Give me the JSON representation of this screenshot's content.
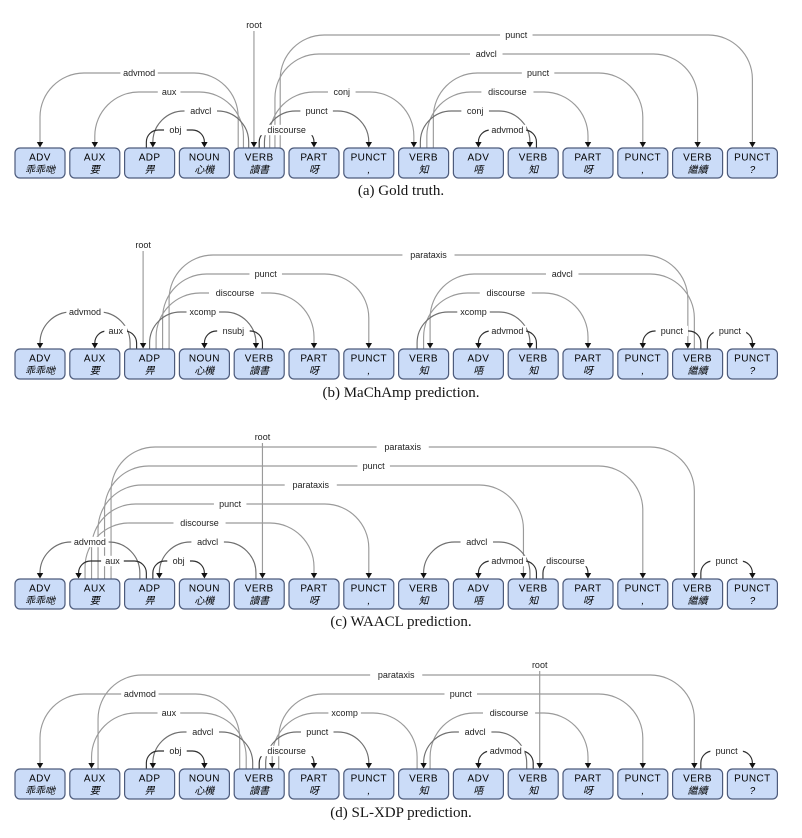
{
  "colors": {
    "background": "#ffffff",
    "box_fill": "#cbdcf8",
    "box_stroke": "#4d5b7c",
    "arc_level1": "#2f2f2f",
    "arc_level2": "#6f6f6f",
    "arc_high": "#9a9a9a",
    "arrow": "#111111",
    "label_text": "#222222"
  },
  "tokens": [
    {
      "pos": "ADV",
      "form": "乖乖哋"
    },
    {
      "pos": "AUX",
      "form": "要"
    },
    {
      "pos": "ADP",
      "form": "畀"
    },
    {
      "pos": "NOUN",
      "form": "心機"
    },
    {
      "pos": "VERB",
      "form": "讀書"
    },
    {
      "pos": "PART",
      "form": "呀"
    },
    {
      "pos": "PUNCT",
      "form": ","
    },
    {
      "pos": "VERB",
      "form": "知"
    },
    {
      "pos": "ADV",
      "form": "唔"
    },
    {
      "pos": "VERB",
      "form": "知"
    },
    {
      "pos": "PART",
      "form": "呀"
    },
    {
      "pos": "PUNCT",
      "form": ","
    },
    {
      "pos": "VERB",
      "form": "繼續"
    },
    {
      "pos": "PUNCT",
      "form": "?"
    }
  ],
  "panels": [
    {
      "caption": "(a) Gold truth.",
      "root": 5,
      "root_label": "root",
      "arcs": [
        {
          "head": 5,
          "dep": 1,
          "rel": "advmod"
        },
        {
          "head": 5,
          "dep": 2,
          "rel": "aux"
        },
        {
          "head": 5,
          "dep": 3,
          "rel": "advcl"
        },
        {
          "head": 3,
          "dep": 4,
          "rel": "obj"
        },
        {
          "head": 5,
          "dep": 6,
          "rel": "discourse"
        },
        {
          "head": 5,
          "dep": 7,
          "rel": "punct"
        },
        {
          "head": 5,
          "dep": 8,
          "rel": "conj"
        },
        {
          "head": 10,
          "dep": 9,
          "rel": "advmod"
        },
        {
          "head": 8,
          "dep": 10,
          "rel": "conj"
        },
        {
          "head": 8,
          "dep": 11,
          "rel": "discourse"
        },
        {
          "head": 8,
          "dep": 12,
          "rel": "punct"
        },
        {
          "head": 5,
          "dep": 13,
          "rel": "advcl"
        },
        {
          "head": 5,
          "dep": 14,
          "rel": "punct"
        }
      ]
    },
    {
      "caption": "(b) MaChAmp prediction.",
      "root": 3,
      "root_label": "root",
      "arcs": [
        {
          "head": 3,
          "dep": 1,
          "rel": "advmod"
        },
        {
          "head": 3,
          "dep": 2,
          "rel": "aux"
        },
        {
          "head": 5,
          "dep": 4,
          "rel": "nsubj"
        },
        {
          "head": 3,
          "dep": 5,
          "rel": "xcomp"
        },
        {
          "head": 3,
          "dep": 6,
          "rel": "discourse"
        },
        {
          "head": 3,
          "dep": 7,
          "rel": "punct"
        },
        {
          "head": 13,
          "dep": 8,
          "rel": "advcl"
        },
        {
          "head": 10,
          "dep": 9,
          "rel": "advmod"
        },
        {
          "head": 8,
          "dep": 10,
          "rel": "xcomp"
        },
        {
          "head": 8,
          "dep": 11,
          "rel": "discourse"
        },
        {
          "head": 13,
          "dep": 12,
          "rel": "punct"
        },
        {
          "head": 3,
          "dep": 13,
          "rel": "parataxis"
        },
        {
          "head": 13,
          "dep": 14,
          "rel": "punct"
        }
      ]
    },
    {
      "caption": "(c) WAACL prediction.",
      "root": 5,
      "root_label": "root",
      "arcs": [
        {
          "head": 3,
          "dep": 1,
          "rel": "advmod"
        },
        {
          "head": 3,
          "dep": 2,
          "rel": "aux"
        },
        {
          "head": 5,
          "dep": 3,
          "rel": "advcl"
        },
        {
          "head": 3,
          "dep": 4,
          "rel": "obj"
        },
        {
          "head": 2,
          "dep": 6,
          "rel": "discourse"
        },
        {
          "head": 2,
          "dep": 7,
          "rel": "punct"
        },
        {
          "head": 10,
          "dep": 8,
          "rel": "advcl"
        },
        {
          "head": 10,
          "dep": 9,
          "rel": "advmod"
        },
        {
          "head": 2,
          "dep": 10,
          "rel": "parataxis"
        },
        {
          "head": 10,
          "dep": 11,
          "rel": "discourse"
        },
        {
          "head": 2,
          "dep": 12,
          "rel": "punct"
        },
        {
          "head": 2,
          "dep": 13,
          "rel": "parataxis"
        },
        {
          "head": 13,
          "dep": 14,
          "rel": "punct"
        }
      ]
    },
    {
      "caption": "(d) SL-XDP prediction.",
      "root": 10,
      "root_label": "root",
      "arcs": [
        {
          "head": 5,
          "dep": 1,
          "rel": "advmod"
        },
        {
          "head": 5,
          "dep": 2,
          "rel": "aux"
        },
        {
          "head": 5,
          "dep": 3,
          "rel": "advcl"
        },
        {
          "head": 3,
          "dep": 4,
          "rel": "obj"
        },
        {
          "head": 8,
          "dep": 5,
          "rel": "xcomp"
        },
        {
          "head": 5,
          "dep": 6,
          "rel": "discourse"
        },
        {
          "head": 5,
          "dep": 7,
          "rel": "punct"
        },
        {
          "head": 10,
          "dep": 8,
          "rel": "advcl"
        },
        {
          "head": 10,
          "dep": 9,
          "rel": "advmod"
        },
        {
          "head": 8,
          "dep": 11,
          "rel": "discourse"
        },
        {
          "head": 5,
          "dep": 12,
          "rel": "punct"
        },
        {
          "head": 2,
          "dep": 13,
          "rel": "parataxis"
        },
        {
          "head": 13,
          "dep": 14,
          "rel": "punct"
        }
      ]
    }
  ]
}
